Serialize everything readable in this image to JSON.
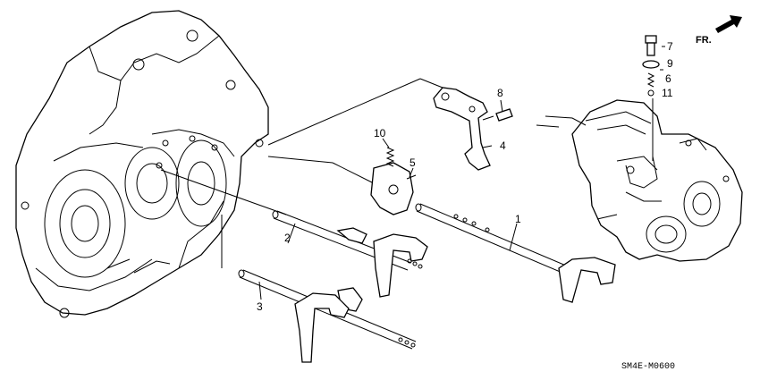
{
  "diagram": {
    "direction_label": "FR.",
    "drawing_code": "SM4E-M0600",
    "callouts": {
      "c1": "1",
      "c2": "2",
      "c3": "3",
      "c4": "4",
      "c5": "5",
      "c6": "6",
      "c7": "7",
      "c8": "8",
      "c9": "9",
      "c10": "10",
      "c11": "11"
    },
    "icons": [
      "front-direction-arrow-icon"
    ]
  }
}
